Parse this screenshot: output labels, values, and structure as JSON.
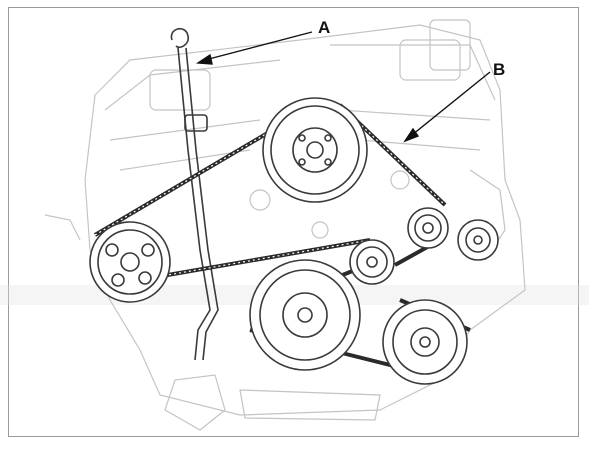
{
  "diagram": {
    "callouts": [
      {
        "id": "A",
        "label": "A"
      },
      {
        "id": "B",
        "label": "B"
      }
    ]
  },
  "colors": {
    "line": "#3a3a3a",
    "engine": "#bdbdbd",
    "belt": "#2a2a2a",
    "frame": "#9a9a9a"
  }
}
